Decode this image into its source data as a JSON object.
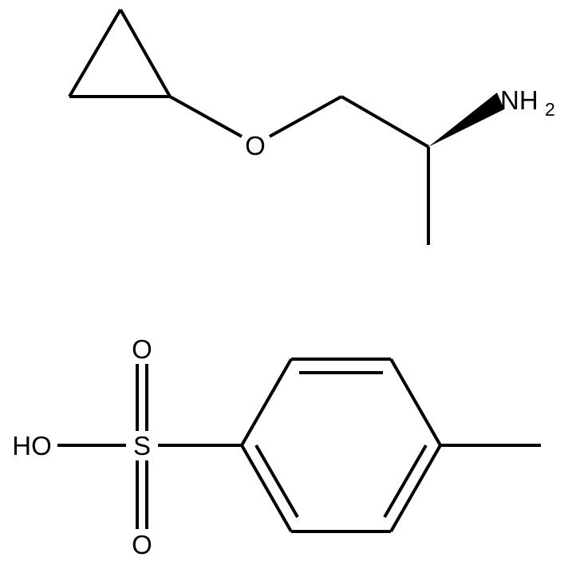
{
  "diagram": {
    "type": "chemical-structure",
    "line_color": "#000000",
    "background_color": "#ffffff",
    "amine_component": {
      "atoms": {
        "ether_oxygen": "O",
        "amine": "NH",
        "amine_subscript": "2"
      },
      "stereo_bond": "wedge"
    },
    "tosic_acid_component": {
      "atoms": {
        "hydroxyl": "HO",
        "sulfur": "S",
        "oxo_top": "O",
        "oxo_bottom": "O"
      }
    }
  }
}
